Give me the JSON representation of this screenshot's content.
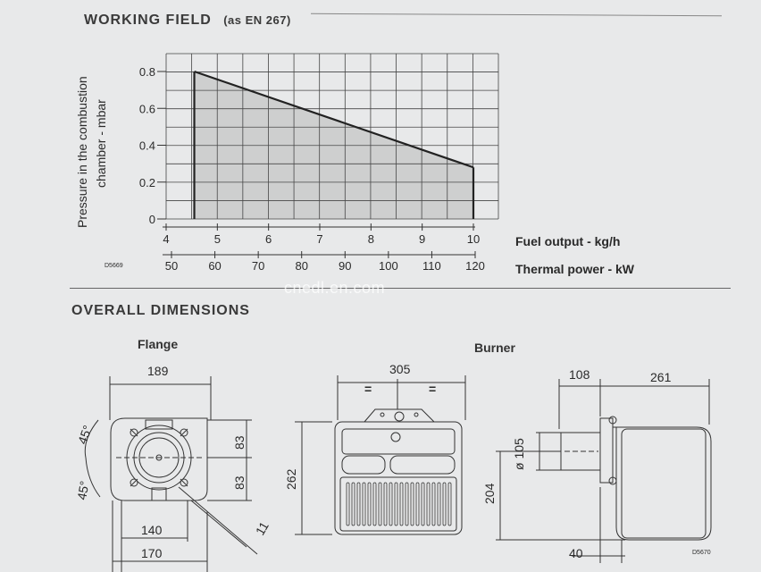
{
  "working_field": {
    "title": "WORKING FIELD",
    "subtitle": "(as EN 267)"
  },
  "chart_data": {
    "type": "area",
    "ylabel_line1": "Pressure in the combustion",
    "ylabel_line2": "chamber - mbar",
    "yticks": [
      "0.8",
      "0.6",
      "0.4",
      "0.2",
      "0"
    ],
    "x_axis_1": {
      "label": "Fuel output - kg/h",
      "ticks": [
        "4",
        "5",
        "6",
        "7",
        "8",
        "9",
        "10"
      ]
    },
    "x_axis_2": {
      "label": "Thermal power - kW",
      "ticks": [
        "50",
        "60",
        "70",
        "80",
        "90",
        "100",
        "110",
        "120"
      ]
    },
    "xlim": [
      4,
      10
    ],
    "ylim": [
      0,
      0.8
    ],
    "series": [
      {
        "x": [
          4.55,
          4.55,
          10,
          10
        ],
        "y": [
          0,
          0.8,
          0.28,
          0
        ]
      }
    ],
    "grid": true,
    "code": "D5669"
  },
  "overall_dimensions": {
    "title": "OVERALL DIMENSIONS"
  },
  "flange": {
    "label": "Flange",
    "dims": {
      "width": "189",
      "upper_height": "83",
      "lower_height": "83",
      "bottom1": "140",
      "bottom2": "170",
      "slot": "11",
      "angle1": "45°",
      "angle2": "45°"
    }
  },
  "burner": {
    "label": "Burner",
    "front": {
      "width": "305",
      "eq1": "=",
      "eq2": "=",
      "height": "262"
    },
    "side": {
      "dim_a": "108",
      "dim_b": "261",
      "diameter": "ø 105",
      "height": "204",
      "bottom": "40",
      "code": "D5670"
    }
  },
  "watermark": "cnedl.en.com"
}
